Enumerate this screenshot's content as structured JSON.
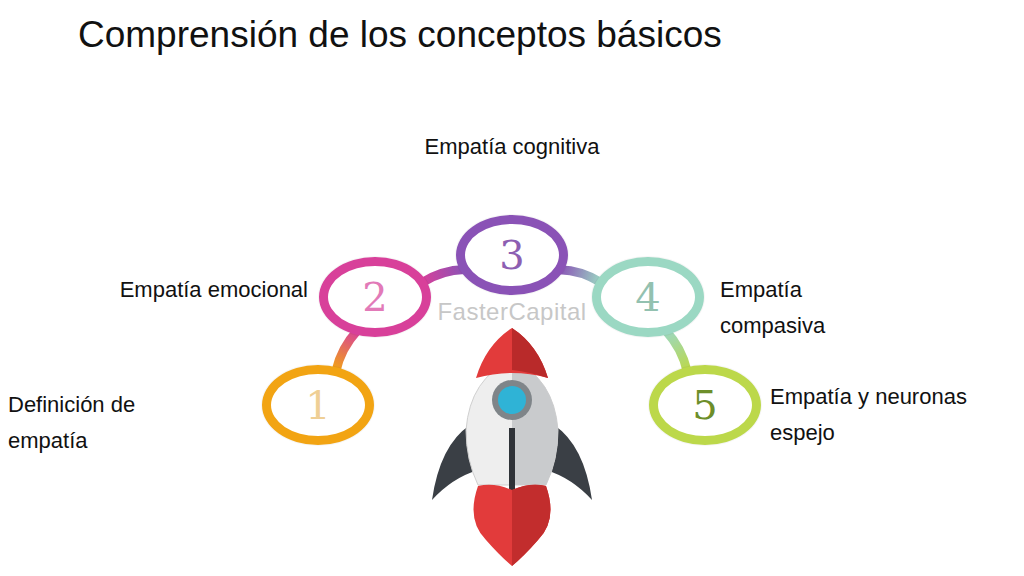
{
  "diagram": {
    "title": "Comprensión de los conceptos básicos",
    "nodes": [
      {
        "text": [
          "1",
          "Definición de empatía"
        ]
      },
      {
        "text": [
          "2",
          "Empatía emocional"
        ]
      },
      {
        "text": [
          "3",
          "Empatía cognitiva"
        ]
      },
      {
        "text": [
          "4",
          "Empatía compasiva"
        ]
      },
      {
        "text": [
          "5",
          "Empatía y neuronas espejo"
        ]
      }
    ],
    "edges": [
      {
        "from": 0,
        "to": 1,
        "arrow": "none"
      },
      {
        "from": 1,
        "to": 2,
        "arrow": "none"
      },
      {
        "from": 2,
        "to": 3,
        "arrow": "none"
      },
      {
        "from": 3,
        "to": 4,
        "arrow": "none"
      }
    ],
    "labels": [
      "FasterCapital"
    ]
  }
}
